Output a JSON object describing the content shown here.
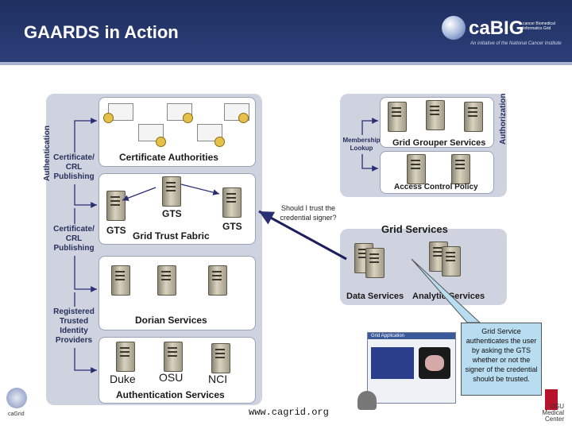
{
  "header": {
    "title": "GAARDS in Action",
    "logo_name": "caBIG",
    "logo_tagline": "cancer Biomedical Informatics Grid",
    "logo_subtitle": "An initiative of the National Cancer Institute"
  },
  "labels": {
    "authentication": "Authentication",
    "authorization": "Authorization",
    "certificate_authorities": "Certificate Authorities",
    "gts": "GTS",
    "gts_left": "GTS",
    "gts_right": "GTS",
    "grid_trust_fabric": "Grid Trust Fabric",
    "dorian_services": "Dorian Services",
    "authentication_services": "Authentication Services",
    "duke": "Duke",
    "osu": "OSU",
    "nci": "NCI",
    "grid_grouper_services": "Grid Grouper Services",
    "access_control_policy": "Access Control Policy",
    "membership_lookup": "Membership Lookup",
    "grid_services": "Grid Services",
    "data_services": "Data Services",
    "analytic_services": "Analytic Services"
  },
  "side_labels": {
    "crl1": "Certificate/ CRL Publishing",
    "crl2": "Certificate/ CRL Publishing",
    "registered": "Registered Trusted Identity Providers"
  },
  "notes": {
    "question": "Should I trust the credential signer?",
    "callout": "Grid Service authenticates the user by asking the GTS whether or not the signer of the credential should be trusted."
  },
  "app": {
    "title": "Grid Application"
  },
  "footer": {
    "url": "www.cagrid.org",
    "cagrid_logo": "caGrid",
    "osu_logo": "OSU Medical Center"
  },
  "colors": {
    "header_bg": "#1f2f60",
    "panel_bg": "#cfd3e0",
    "callout_bg": "#b8dcf0",
    "arrow_dark": "#2a2f73"
  }
}
